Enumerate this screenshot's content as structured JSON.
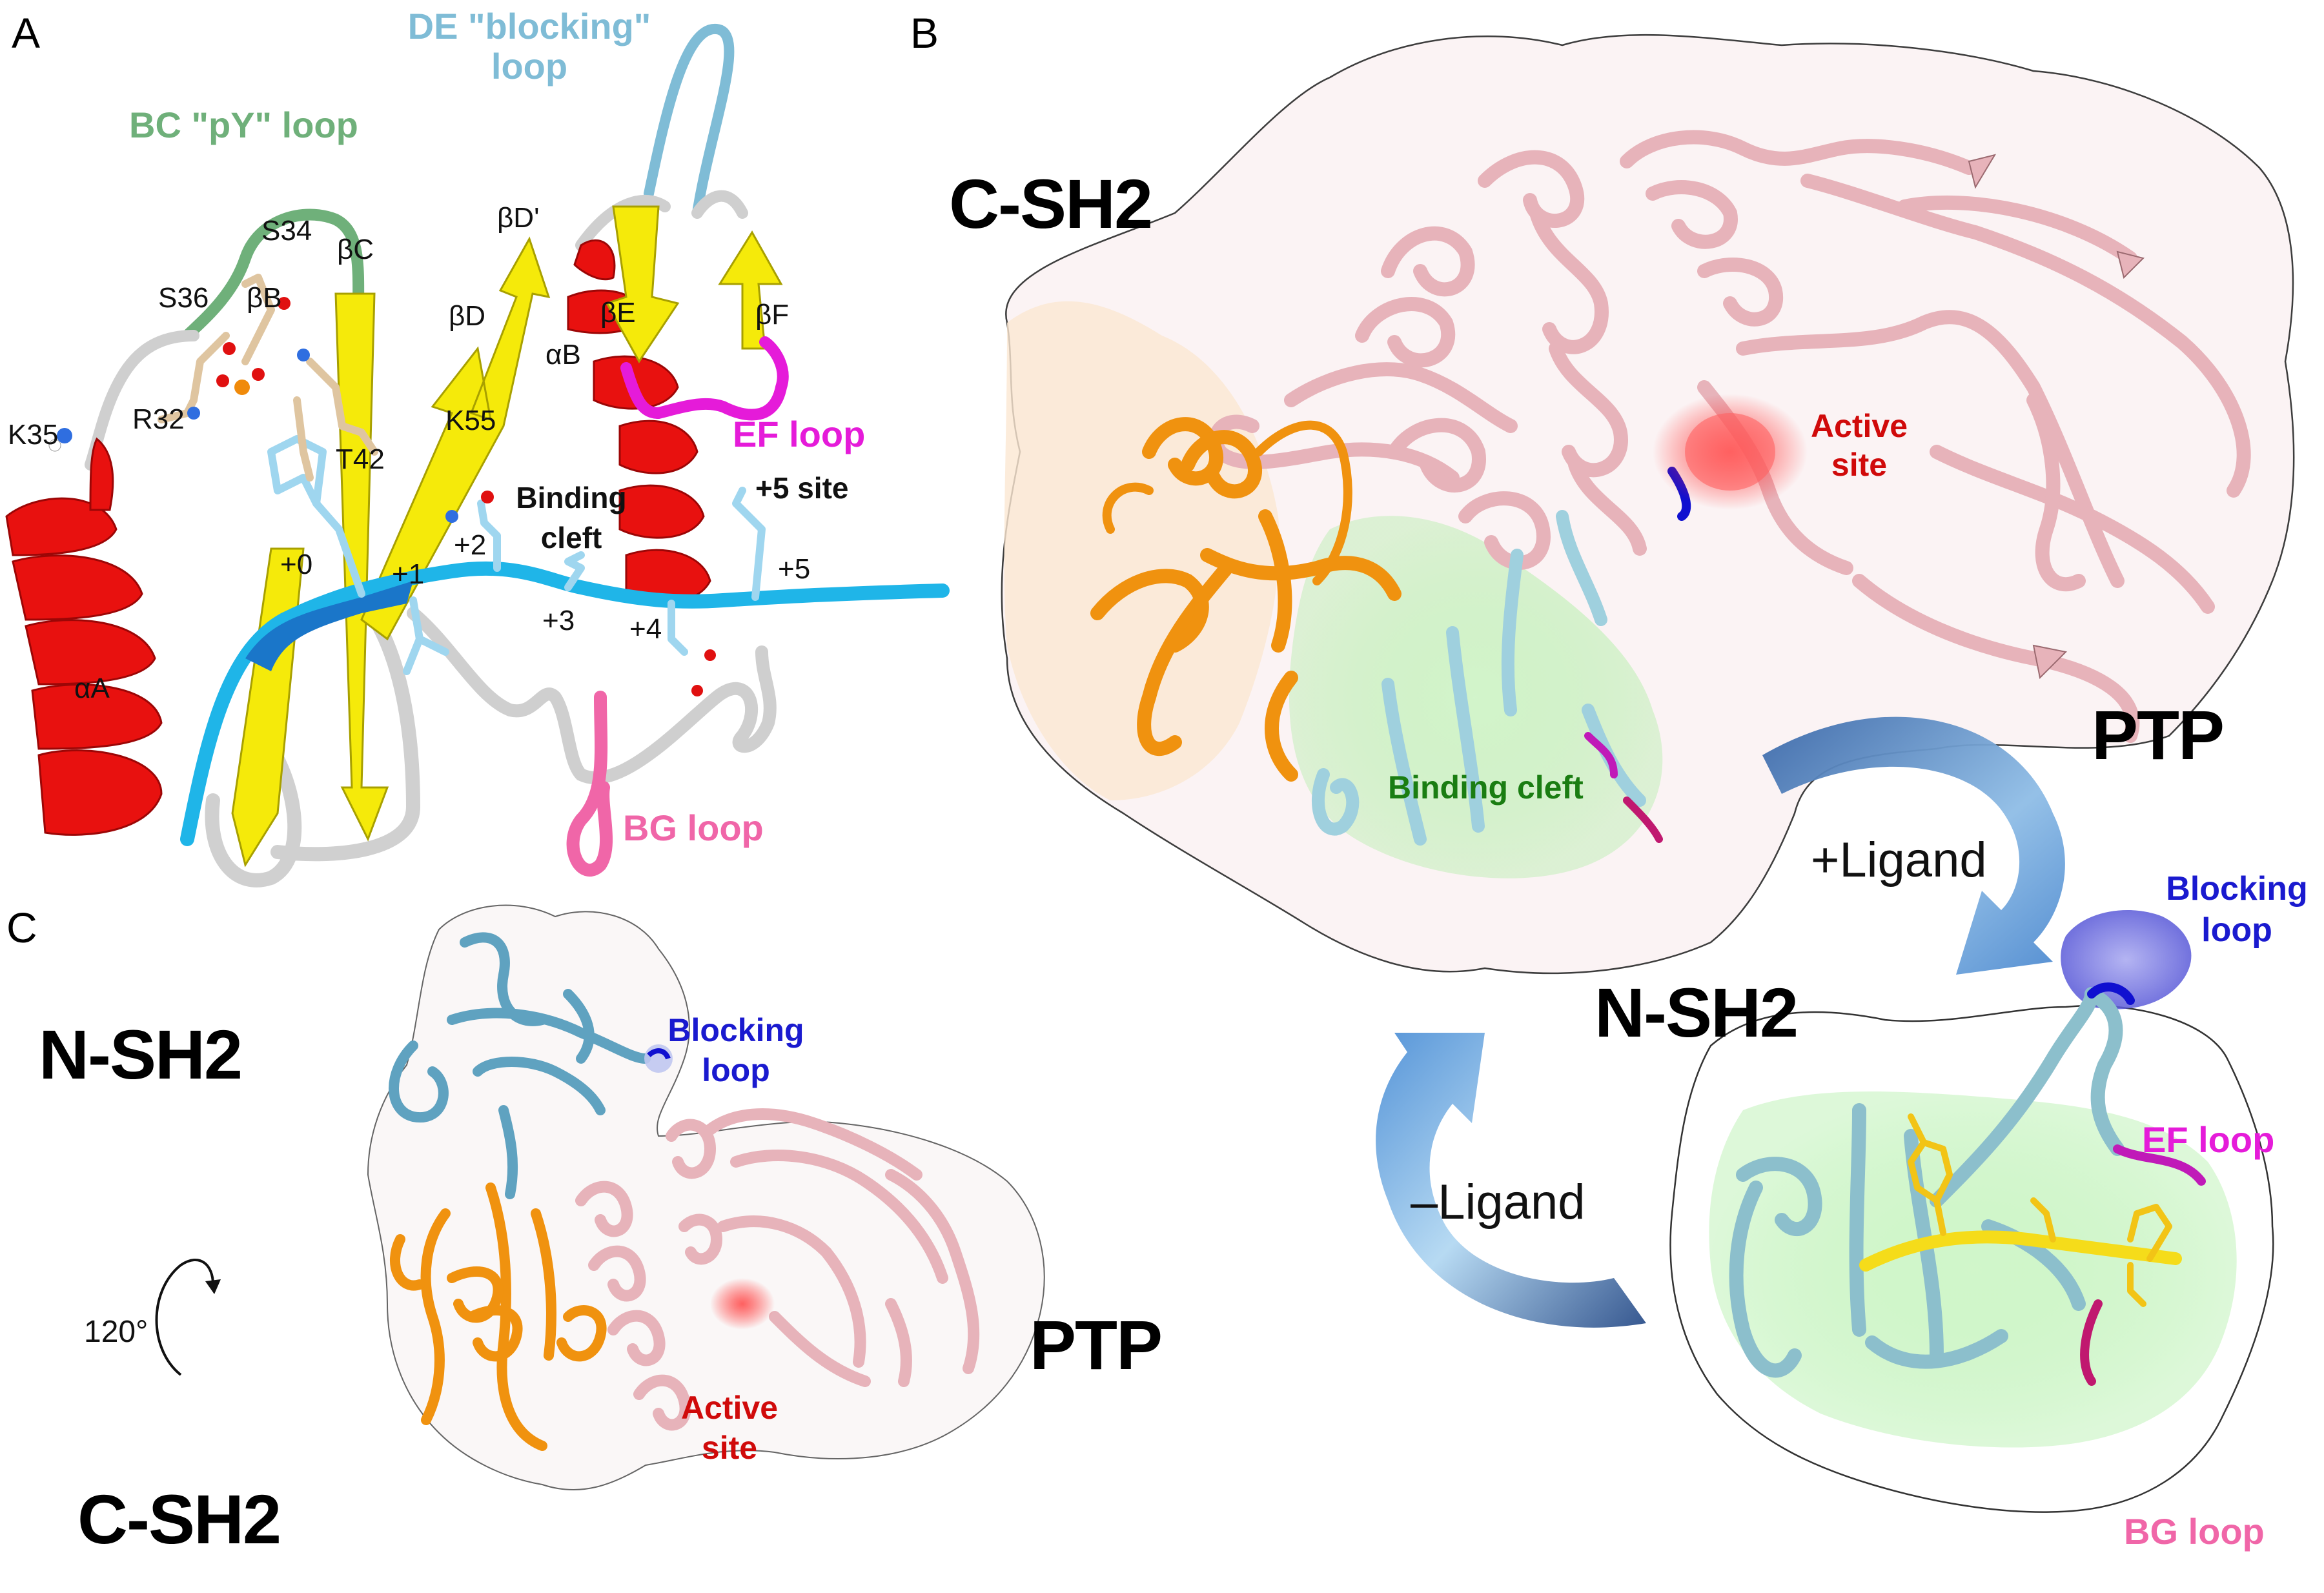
{
  "colors": {
    "helix": "#e8110f",
    "strand": "#f5ea0a",
    "coil": "#c9c9c9",
    "bc_loop": "#6fb07a",
    "de_loop": "#7fbcd6",
    "ef_loop": "#e51bd9",
    "bg_loop": "#f066a8",
    "peptide": "#1fb5e8",
    "c_sh2": "#f0920f",
    "n_sh2": "#9cc9da",
    "ptp": "#eab9bf",
    "binding_surface": "#b8efb0",
    "blocking_loop": "#1010d0",
    "active_site": "#e01010",
    "arrow": "#4f86c8",
    "ligand": "#f5dc1a"
  },
  "panel_a": {
    "letter": "A",
    "labels": {
      "de_loop_1": "DE \"blocking\"",
      "de_loop_2": "loop",
      "bc_loop": "BC \"pY\" loop",
      "s34": "S34",
      "s36": "S36",
      "beta_b": "βB",
      "beta_c": "βC",
      "beta_d": "βD",
      "beta_d_prime": "βD'",
      "beta_e": "βE",
      "beta_f": "βF",
      "alpha_b": "αB",
      "alpha_a": "αA",
      "k35": "K35",
      "r32": "R32",
      "t42": "T42",
      "k55": "K55",
      "ef_loop": "EF loop",
      "plus5_site": "+5 site",
      "binding_cleft_1": "Binding",
      "binding_cleft_2": "cleft",
      "p0": "+0",
      "p1": "+1",
      "p2": "+2",
      "p3": "+3",
      "p4": "+4",
      "p5": "+5",
      "bg_loop": "BG loop"
    }
  },
  "panel_b": {
    "letter": "B",
    "labels": {
      "c_sh2": "C-SH2",
      "active_site_1": "Active",
      "active_site_2": "site",
      "ptp": "PTP",
      "binding_cleft": "Binding cleft",
      "plus_ligand": "+Ligand",
      "minus_ligand": "–Ligand",
      "blocking_loop_1": "Blocking",
      "blocking_loop_2": "loop",
      "n_sh2": "N-SH2",
      "ef_loop": "EF loop",
      "bg_loop": "BG loop"
    }
  },
  "panel_c": {
    "letter": "C",
    "labels": {
      "n_sh2": "N-SH2",
      "blocking_loop_1": "Blocking",
      "blocking_loop_2": "loop",
      "rotation": "120°",
      "ptp": "PTP",
      "active_site_1": "Active",
      "active_site_2": "site",
      "c_sh2": "C-SH2"
    }
  }
}
